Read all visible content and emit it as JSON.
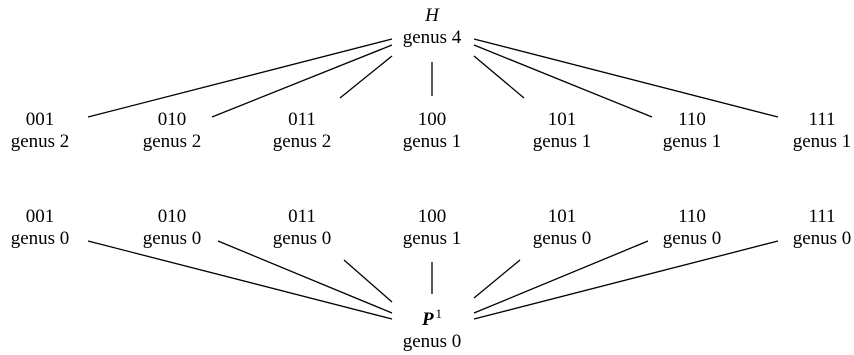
{
  "top_node": {
    "name": "H",
    "genus": "genus 4"
  },
  "bottom_node": {
    "name": "P",
    "superscript": "1",
    "genus": "genus 0"
  },
  "upper_row": [
    {
      "code": "001",
      "genus": "genus 2"
    },
    {
      "code": "010",
      "genus": "genus 2"
    },
    {
      "code": "011",
      "genus": "genus 2"
    },
    {
      "code": "100",
      "genus": "genus 1"
    },
    {
      "code": "101",
      "genus": "genus 1"
    },
    {
      "code": "110",
      "genus": "genus 1"
    },
    {
      "code": "111",
      "genus": "genus 1"
    }
  ],
  "lower_row": [
    {
      "code": "001",
      "genus": "genus 0"
    },
    {
      "code": "010",
      "genus": "genus 0"
    },
    {
      "code": "011",
      "genus": "genus 0"
    },
    {
      "code": "100",
      "genus": "genus 1"
    },
    {
      "code": "101",
      "genus": "genus 0"
    },
    {
      "code": "110",
      "genus": "genus 0"
    },
    {
      "code": "111",
      "genus": "genus 0"
    }
  ],
  "colors": {
    "ink": "#000000",
    "background": "#ffffff"
  }
}
